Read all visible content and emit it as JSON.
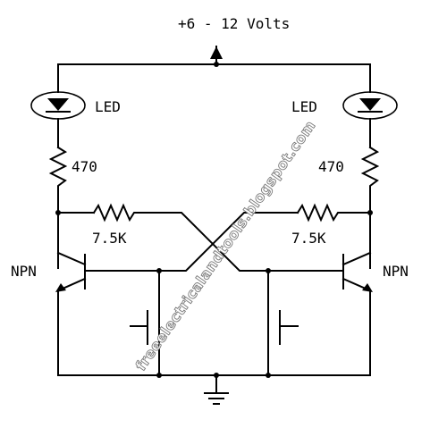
{
  "supply_label": "+6 - 12 Volts",
  "led_left_label": "LED",
  "led_right_label": "LED",
  "resistor_left_value": "470",
  "resistor_right_value": "470",
  "cross_resistor_left_value": "7.5K",
  "cross_resistor_right_value": "7.5K",
  "transistor_left_label": "NPN",
  "transistor_right_label": "NPN",
  "watermark": "freeelectricalandtools.blogspot.com",
  "colors": {
    "line": "#000000",
    "background": "#ffffff",
    "watermark_outline": "#7a7a7a"
  }
}
